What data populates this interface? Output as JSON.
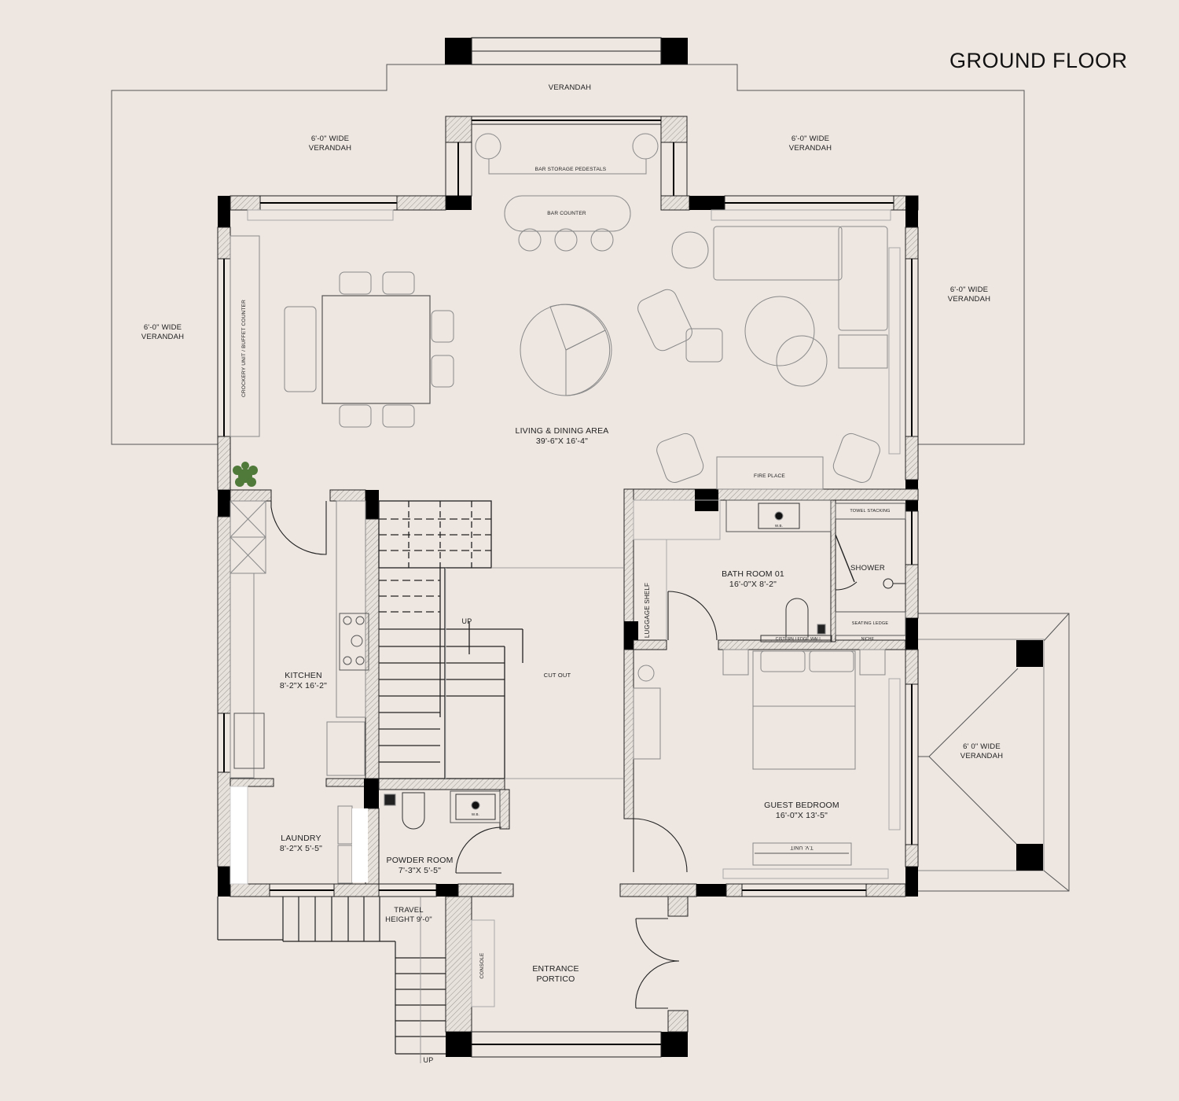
{
  "title": "GROUND FLOOR",
  "colors": {
    "background": "#ede6e1",
    "wall_solid": "#000000",
    "line": "#1a1a1a",
    "furniture": "#9a9a9a",
    "plant": "#4f7a3a"
  },
  "verandahs": {
    "top": "VERANDAH",
    "top_left": {
      "l1": "6'-0\" WIDE",
      "l2": "VERANDAH"
    },
    "top_right": {
      "l1": "6'-0\" WIDE",
      "l2": "VERANDAH"
    },
    "left": {
      "l1": "6'-0\" WIDE",
      "l2": "VERANDAH"
    },
    "right": {
      "l1": "6'-0\" WIDE",
      "l2": "VERANDAH"
    },
    "right_lower": {
      "l1": "6' 0\" WIDE",
      "l2": "VERANDAH"
    }
  },
  "rooms": {
    "living": {
      "name": "LIVING & DINING AREA",
      "size": "39'-6\"X 16'-4\""
    },
    "kitchen": {
      "name": "KITCHEN",
      "size": "8'-2\"X 16'-2\""
    },
    "bath01": {
      "name": "BATH ROOM 01",
      "size": "16'-0\"X 8'-2\""
    },
    "guest_bedroom": {
      "name": "GUEST BEDROOM",
      "size": "16'-0\"X 13'-5\""
    },
    "laundry": {
      "name": "LAUNDRY",
      "size": "8'-2\"X 5'-5\""
    },
    "powder_room": {
      "name": "POWDER ROOM",
      "size": "7'-3\"X 5'-5\""
    },
    "entrance": {
      "l1": "ENTRANCE",
      "l2": "PORTICO"
    }
  },
  "fixtures": {
    "bar_storage": "BAR STORAGE PEDESTALS",
    "bar_counter": "BAR COUNTER",
    "crockery": "CROCKERY UNIT / BUFFET COUNTER",
    "fire_place": "FIRE PLACE",
    "towel": "TOWEL STACKING",
    "shower": "SHOWER",
    "seating_ledge": "SEATING LEDGE",
    "cistern": "CISTERN LEDGE WALL",
    "niche": "NICHE",
    "wb": "W.B.",
    "luggage": "LUGGAGE SHELF",
    "tv_unit": "T.V. UNIT",
    "console": "CONSOLE",
    "cut_out": "CUT OUT",
    "up_stair": "UP",
    "up_steps": "UP",
    "travel": {
      "l1": "TRAVEL",
      "l2": "HEIGHT 9'-0\""
    }
  }
}
